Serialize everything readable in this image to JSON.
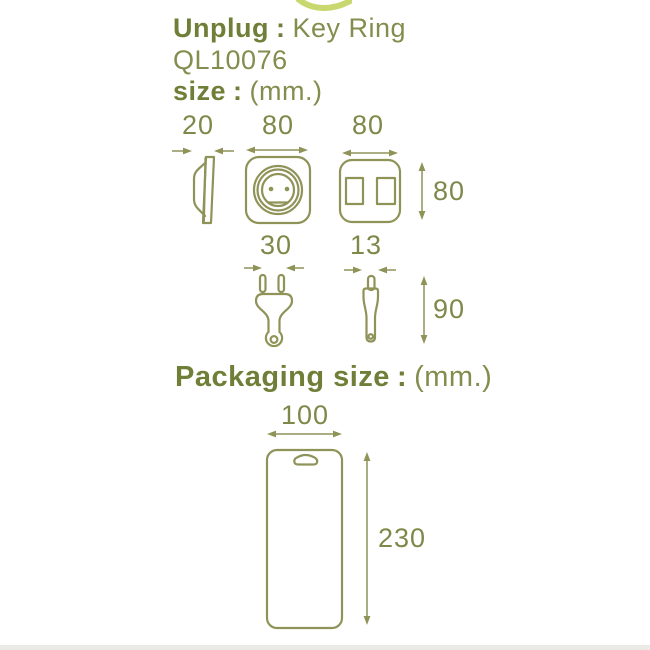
{
  "header": {
    "brand_mark_icon": "leaf-icon",
    "title_bold": "Unplug",
    "title_sep": ":",
    "title_rest": "Key Ring",
    "model_code": "QL10076",
    "size_label": "size",
    "size_sep": ":",
    "size_unit": "(mm.)"
  },
  "dimensions": {
    "side_width": "20",
    "front_width": "80",
    "back_width": "80",
    "body_height": "80",
    "prong_span": "30",
    "side_thickness": "13",
    "plug_height": "90"
  },
  "packaging": {
    "label": "Packaging size",
    "sep": ":",
    "unit": "(mm.)",
    "width": "100",
    "height": "230"
  },
  "colors": {
    "background": "#ffffff",
    "line": "#8f9358",
    "text": "#7d8849",
    "heading": "#6f7f38",
    "leaf": "#c9d76f"
  }
}
